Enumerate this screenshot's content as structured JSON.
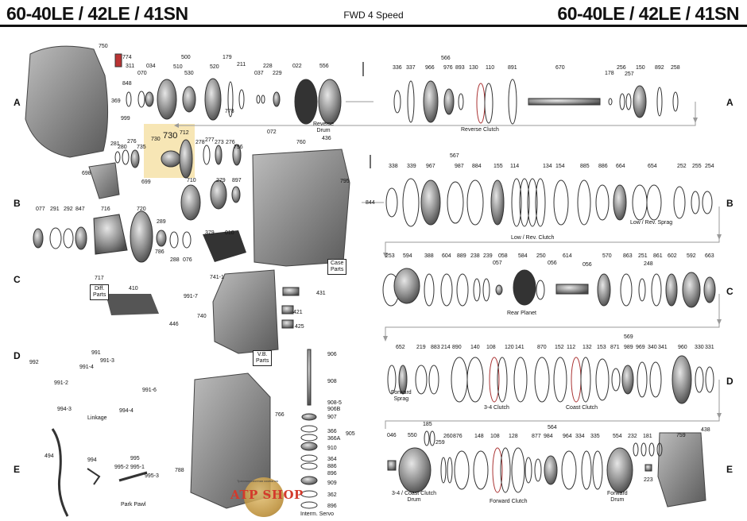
{
  "header": {
    "title_left": "60-40LE / 42LE / 41SN",
    "title_right": "60-40LE / 42LE / 41SN",
    "subtitle": "FWD 4 Speed"
  },
  "row_labels": {
    "a_left": "A",
    "a_right": "A",
    "b_left": "B",
    "b_right": "B",
    "c_left": "C",
    "c_right": "C",
    "d_left": "D",
    "d_right": "D",
    "e_left": "E",
    "e_right": "E"
  },
  "highlight": {
    "part_number": "730"
  },
  "part_numbers": [
    "750",
    "774",
    "848",
    "369",
    "311",
    "070",
    "034",
    "500",
    "510",
    "530",
    "520",
    "179",
    "211",
    "778",
    "037",
    "228",
    "229",
    "022",
    "556",
    "336",
    "337",
    "566",
    "966",
    "976",
    "893",
    "130",
    "110",
    "891",
    "670",
    "178",
    "256",
    "257",
    "150",
    "892",
    "258",
    "999",
    "281",
    "280",
    "276",
    "735",
    "730",
    "712",
    "277",
    "278",
    "273",
    "276",
    "796",
    "072",
    "760",
    "436",
    "698",
    "699",
    "710",
    "279",
    "897",
    "795",
    "844",
    "338",
    "339",
    "567",
    "967",
    "987",
    "884",
    "155",
    "114",
    "134",
    "154",
    "885",
    "886",
    "664",
    "654",
    "252",
    "255",
    "254",
    "077",
    "291",
    "292",
    "847",
    "716",
    "720",
    "289",
    "786",
    "288",
    "076",
    "379",
    "010",
    "253",
    "594",
    "388",
    "604",
    "889",
    "238",
    "239",
    "058",
    "584",
    "250",
    "614",
    "056",
    "570",
    "863",
    "251",
    "861",
    "602",
    "592",
    "663",
    "057",
    "056",
    "248",
    "717",
    "410",
    "741-1",
    "991-7",
    "740",
    "431",
    "421",
    "425",
    "446",
    "991",
    "992",
    "991-4",
    "991-3",
    "991-2",
    "991-6",
    "994-3",
    "994-4",
    "652",
    "219",
    "883",
    "214",
    "890",
    "140",
    "108",
    "120",
    "141",
    "870",
    "152",
    "112",
    "132",
    "153",
    "569",
    "871",
    "989",
    "969",
    "340",
    "341",
    "960",
    "330",
    "331",
    "906",
    "908",
    "908-5",
    "906B",
    "907",
    "366",
    "366A",
    "910",
    "364",
    "886",
    "896",
    "909",
    "362",
    "896",
    "905",
    "494",
    "994",
    "995",
    "995-2",
    "995-1",
    "995-3",
    "788",
    "185",
    "046",
    "550",
    "260",
    "259",
    "876",
    "148",
    "108",
    "128",
    "564",
    "877",
    "984",
    "964",
    "334",
    "335",
    "554",
    "232",
    "181",
    "223",
    "759",
    "438",
    "766"
  ],
  "captions": {
    "reverse_drum": "Reverse\nDrum",
    "reverse_clutch": "Reverse Clutch",
    "low_rev_clutch": "Low / Rev. Clutch",
    "low_rev_sprag": "Low / Rev. Sprag",
    "case_parts": "Case\nParts",
    "diff_parts": "Diff.\nParts",
    "rear_planet": "Rear Planet",
    "vb_parts": "V.B.\nParts",
    "forward_sprag": "Forward\nSprag",
    "clutch_34": "3-4 Clutch",
    "coast_clutch": "Coast Clutch",
    "linkage": "Linkage",
    "park_pawl": "Park Pawl",
    "interm_servo": "Interm. Servo",
    "coast_clutch_drum": "3-4 / Coast Clutch\nDrum",
    "forward_clutch": "Forward Clutch",
    "forward_drum": "Forward\nDrum"
  },
  "watermark": {
    "top": "Трансмиссионная компания",
    "main": "ATP SHOP"
  },
  "colors": {
    "accent_highlight": "#f7e6b5",
    "watermark_red": "#d33a2c",
    "title_rule": "#111111"
  }
}
